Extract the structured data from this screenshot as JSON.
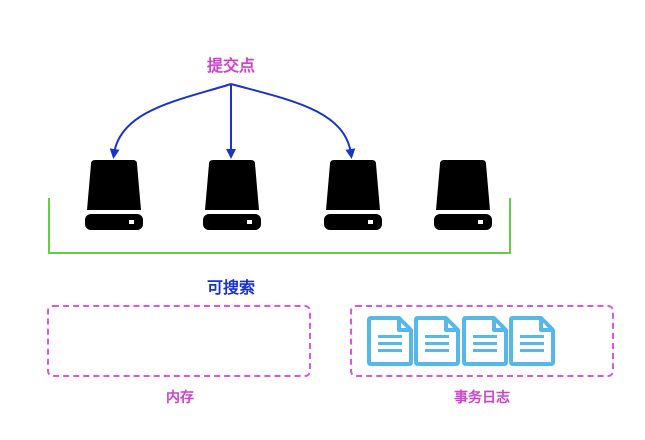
{
  "labels": {
    "commit_point": "提交点",
    "searchable": "可搜索",
    "memory": "内存",
    "transaction_log": "事务日志"
  },
  "colors": {
    "commit_point": "#cc44cc",
    "searchable": "#1a33cc",
    "memory": "#cc44cc",
    "transaction_log": "#cc44cc",
    "arrow": "#1a33cc",
    "bracket": "#66cc44",
    "dashed": "#dd55dd",
    "disk": "#000000",
    "document": "#55b8e8"
  },
  "disks": [
    {
      "name": "disk-1",
      "icon": "hard-drive-icon"
    },
    {
      "name": "disk-2",
      "icon": "hard-drive-icon"
    },
    {
      "name": "disk-3",
      "icon": "hard-drive-icon"
    },
    {
      "name": "disk-4",
      "icon": "hard-drive-icon"
    }
  ],
  "documents": [
    {
      "icon": "document-icon"
    },
    {
      "icon": "document-icon"
    },
    {
      "icon": "document-icon"
    },
    {
      "icon": "document-icon"
    }
  ]
}
